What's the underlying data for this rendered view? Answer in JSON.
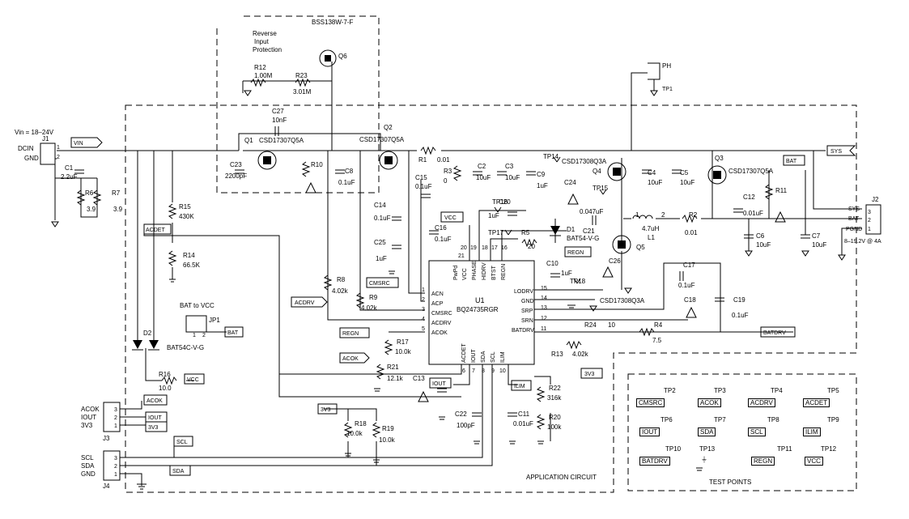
{
  "supply": {
    "vin_range": "Vin = 18–24V",
    "dcin": "DCIN",
    "gnd": "GND"
  },
  "ports": {
    "vin": "VIN",
    "sys": "SYS",
    "bat": "BAT",
    "acdet": "ACDET",
    "acdrv": "ACDRV",
    "cmsrc": "CMSRC",
    "vcc": "VCC",
    "regn": "REGN",
    "acok": "ACOK",
    "iout": "IOUT",
    "ilim": "ILIM",
    "v3v3": "3V3",
    "scl": "SCL",
    "sda": "SDA",
    "batdrv": "BATDRV",
    "bat_to_vcc": "BAT to VCC"
  },
  "connectors": {
    "j1": {
      "ref": "J1",
      "pins": [
        "1",
        "2"
      ]
    },
    "j2": {
      "ref": "J2",
      "labels": [
        "SYS",
        "BAT",
        "PGND"
      ],
      "pins": [
        "3",
        "2",
        "1"
      ],
      "rating": "8–19.2V @ 4A"
    },
    "j3": {
      "ref": "J3",
      "labels": [
        "ACOK",
        "IOUT",
        "3V3"
      ],
      "pins": [
        "3",
        "2",
        "1"
      ]
    },
    "j4": {
      "ref": "J4",
      "labels": [
        "SCL",
        "SDA",
        "GND"
      ],
      "pins": [
        "3",
        "2",
        "1"
      ]
    },
    "jp1": {
      "ref": "JP1",
      "pins": [
        "1",
        "2"
      ]
    },
    "ph": {
      "ref": "PH"
    }
  },
  "parts": {
    "q6": {
      "ref": "Q6",
      "value": "BSS138W-7-F"
    },
    "q1": {
      "ref": "Q1",
      "value": "CSD17307Q5A"
    },
    "q2": {
      "ref": "Q2",
      "value": "CSD17307Q5A"
    },
    "q3": {
      "ref": "Q3",
      "value": "CSD17307Q5A"
    },
    "q4": {
      "ref": "Q4",
      "value": "CSD17308Q3A"
    },
    "q5": {
      "ref": "Q5",
      "value": "CSD17308Q3A"
    },
    "d1": {
      "ref": "D1",
      "value": "BAT54-V-G"
    },
    "d2": {
      "ref": "D2",
      "value": "BAT54C-V-G"
    },
    "l1": {
      "ref": "L1",
      "value": "4.7uH"
    },
    "u1": {
      "ref": "U1",
      "value": "BQ24735RGR"
    },
    "r1": {
      "ref": "R1",
      "value": "0.01"
    },
    "r2": {
      "ref": "R2",
      "value": "0.01"
    },
    "r3": {
      "ref": "R3",
      "value": "0"
    },
    "r4": {
      "ref": "R4",
      "value": "7.5"
    },
    "r5": {
      "ref": "R5",
      "value": "20"
    },
    "r6": {
      "ref": "R6",
      "value": "3.9"
    },
    "r7": {
      "ref": "R7",
      "value": "3.9"
    },
    "r8": {
      "ref": "R8",
      "value": "4.02k"
    },
    "r9": {
      "ref": "R9",
      "value": "4.02k"
    },
    "r10": {
      "ref": "R10"
    },
    "r11": {
      "ref": "R11"
    },
    "r12": {
      "ref": "R12",
      "value": "1.00M"
    },
    "r13": {
      "ref": "R13",
      "value": "4.02k"
    },
    "r14": {
      "ref": "R14",
      "value": "66.5K"
    },
    "r15": {
      "ref": "R15",
      "value": "430K"
    },
    "r16": {
      "ref": "R16",
      "value": "10.0"
    },
    "r17": {
      "ref": "R17",
      "value": "10.0k"
    },
    "r18": {
      "ref": "R18",
      "value": "10.0k"
    },
    "r19": {
      "ref": "R19",
      "value": "10.0k"
    },
    "r20": {
      "ref": "R20",
      "value": "100k"
    },
    "r21": {
      "ref": "R21",
      "value": "12.1k"
    },
    "r22": {
      "ref": "R22",
      "value": "316k"
    },
    "r23": {
      "ref": "R23",
      "value": "3.01M"
    },
    "r24": {
      "ref": "R24",
      "value": "10"
    },
    "c1": {
      "ref": "C1",
      "value": "2.2uF"
    },
    "c2": {
      "ref": "C2",
      "value": "10uF"
    },
    "c3": {
      "ref": "C3",
      "value": "10uF"
    },
    "c4": {
      "ref": "C4",
      "value": "10uF"
    },
    "c5": {
      "ref": "C5",
      "value": "10uF"
    },
    "c6": {
      "ref": "C6",
      "value": "10uF"
    },
    "c7": {
      "ref": "C7",
      "value": "10uF"
    },
    "c8": {
      "ref": "C8",
      "value": "0.1uF"
    },
    "c9": {
      "ref": "C9",
      "value": "1uF"
    },
    "c10": {
      "ref": "C10",
      "value": "1uF"
    },
    "c11": {
      "ref": "C11",
      "value": "0.01uF"
    },
    "c12": {
      "ref": "C12",
      "value": "0.01uF"
    },
    "c13": {
      "ref": "C13"
    },
    "c14": {
      "ref": "C14",
      "value": "0.1uF"
    },
    "c15": {
      "ref": "C15",
      "value": "0.1uF"
    },
    "c16": {
      "ref": "C16",
      "value": "0.1uF"
    },
    "c17": {
      "ref": "C17",
      "value": "0.1uF"
    },
    "c18": {
      "ref": "C18"
    },
    "c19": {
      "ref": "C19",
      "value": "0.1uF"
    },
    "c20": {
      "ref": "C20",
      "value": "1uF"
    },
    "c21": {
      "ref": "C21",
      "value": "0.047uF"
    },
    "c22": {
      "ref": "C22",
      "value": "100pF"
    },
    "c23": {
      "ref": "C23",
      "value": "2200pF"
    },
    "c24": {
      "ref": "C24"
    },
    "c25": {
      "ref": "C25",
      "value": "1uF"
    },
    "c26": {
      "ref": "C26"
    },
    "c27": {
      "ref": "C27",
      "value": "10nF"
    }
  },
  "reverse_protection": [
    "Reverse",
    "Input",
    "Protection"
  ],
  "ic_pins": {
    "left": [
      {
        "num": "1",
        "name": "ACN"
      },
      {
        "num": "2",
        "name": "ACP"
      },
      {
        "num": "3",
        "name": "CMSRC"
      },
      {
        "num": "4",
        "name": "ACDRV"
      },
      {
        "num": "5",
        "name": "ACOK"
      }
    ],
    "right": [
      {
        "num": "15",
        "name": "LODRV"
      },
      {
        "num": "14",
        "name": "GND"
      },
      {
        "num": "13",
        "name": "SRP"
      },
      {
        "num": "12",
        "name": "SRN"
      },
      {
        "num": "11",
        "name": "BATDRV"
      }
    ],
    "top": [
      {
        "num": "21",
        "name": "PwPd"
      },
      {
        "num": "20",
        "name": "VCC"
      },
      {
        "num": "19",
        "name": "PHASE"
      },
      {
        "num": "18",
        "name": "HIDRV"
      },
      {
        "num": "17",
        "name": "BTST"
      },
      {
        "num": "16",
        "name": "REGN"
      }
    ],
    "bottom": [
      {
        "num": "6",
        "name": "ACDET"
      },
      {
        "num": "7",
        "name": "IOUT"
      },
      {
        "num": "8",
        "name": "SDA"
      },
      {
        "num": "9",
        "name": "SCL"
      },
      {
        "num": "10",
        "name": "ILIM"
      }
    ]
  },
  "testpoints": {
    "tp1": "TP1",
    "tp14": "TP14",
    "tp15": "TP15",
    "tp16": "TP16",
    "tp17": "TP17",
    "tp18": "TP18",
    "grid": [
      {
        "tp": "TP2",
        "net": "CMSRC"
      },
      {
        "tp": "TP3",
        "net": "ACOK"
      },
      {
        "tp": "TP4",
        "net": "ACDRV"
      },
      {
        "tp": "TP5",
        "net": "ACDET"
      },
      {
        "tp": "TP6",
        "net": "IOUT"
      },
      {
        "tp": "TP7",
        "net": "SDA"
      },
      {
        "tp": "TP8",
        "net": "SCL"
      },
      {
        "tp": "TP9",
        "net": "ILIM"
      },
      {
        "tp": "TP10",
        "net": "BATDRV"
      },
      {
        "tp": "TP13",
        "net": ""
      },
      {
        "tp": "TP11",
        "net": "REGN"
      },
      {
        "tp": "TP12",
        "net": "VCC"
      }
    ]
  },
  "frame": {
    "application": "APPLICATION CIRCUIT",
    "test_points": "TEST POINTS"
  }
}
